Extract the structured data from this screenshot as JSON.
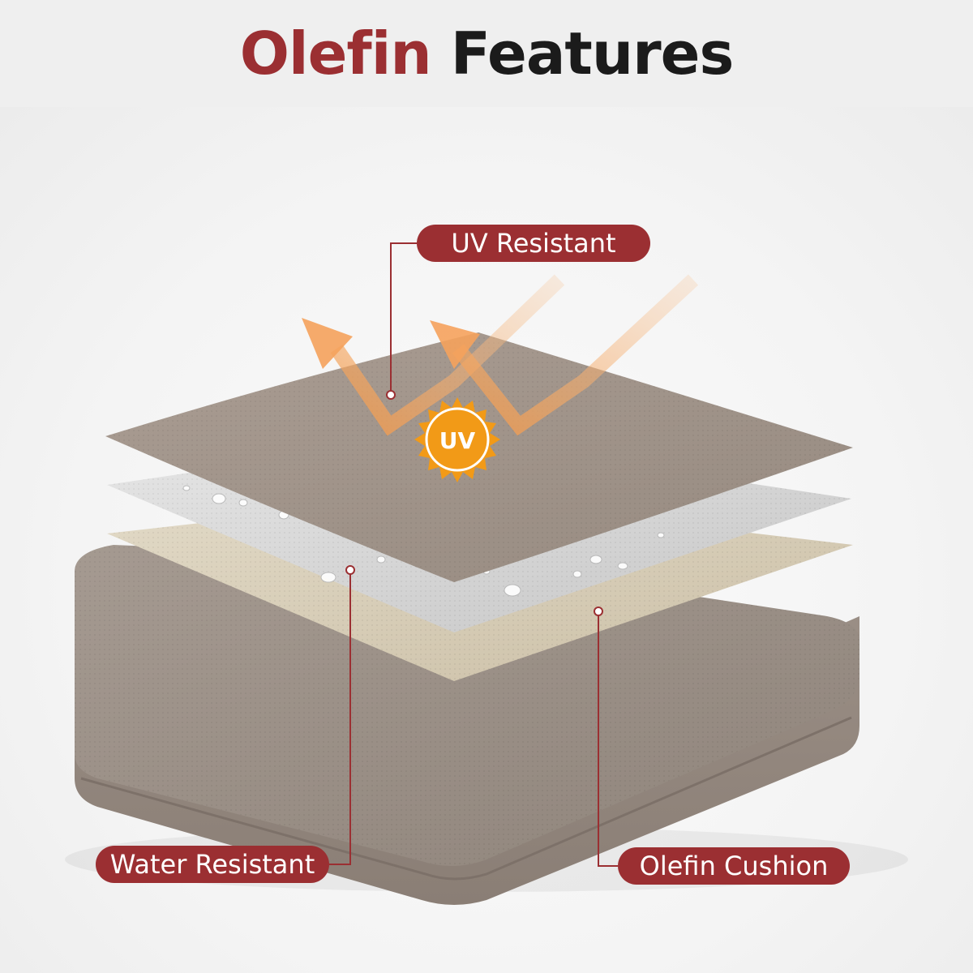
{
  "title": {
    "accent": "Olefin",
    "rest": "Features"
  },
  "uv_badge": "UV",
  "labels": {
    "uv_resistant": "UV Resistant",
    "water_resistant": "Water Resistant",
    "olefin_cushion": "Olefin Cushion"
  },
  "colors": {
    "accent": "#9b2f32",
    "cushion": "#9b8f86",
    "top_fabric": "#a7998f",
    "water_layer": "#d9d9d9",
    "inner_layer": "#d8cfba",
    "sun": "#f29a17",
    "arrow": "#f6b27a"
  }
}
